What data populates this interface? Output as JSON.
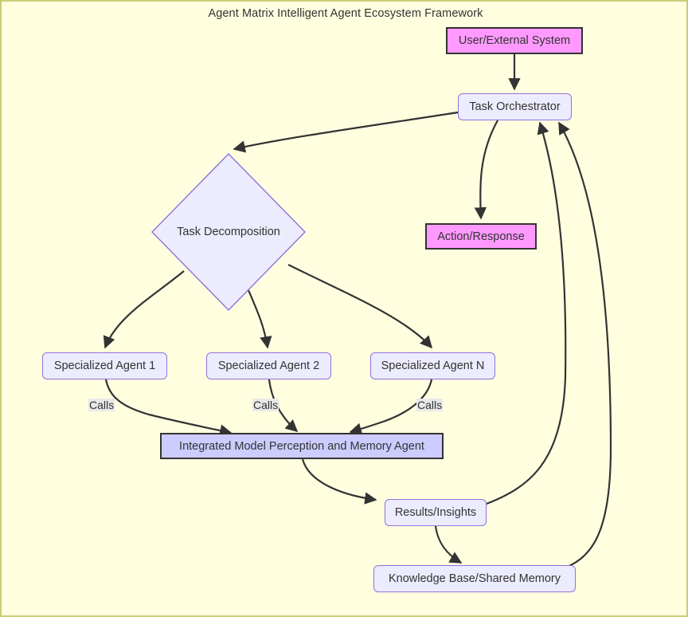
{
  "diagram": {
    "title": "Agent Matrix Intelligent Agent Ecosystem Framework",
    "background_color": "#fffffe0",
    "border_color": "#cccc77",
    "node_fill_process": "#ececff",
    "node_border_process": "#9370db",
    "node_fill_external": "#ff99ff",
    "node_fill_emphasis": "#ccccff",
    "node_border_dark": "#333333",
    "edge_color": "#333333",
    "text_color": "#333333"
  },
  "nodes": {
    "user_external_system": {
      "label": "User/External System",
      "shape": "rect",
      "style": "external"
    },
    "task_orchestrator": {
      "label": "Task Orchestrator",
      "shape": "rounded",
      "style": "process"
    },
    "task_decomposition": {
      "label": "Task Decomposition",
      "shape": "diamond",
      "style": "decision"
    },
    "action_response": {
      "label": "Action/Response",
      "shape": "rect",
      "style": "external"
    },
    "specialized_agent_1": {
      "label": "Specialized Agent 1",
      "shape": "rounded",
      "style": "process"
    },
    "specialized_agent_2": {
      "label": "Specialized Agent 2",
      "shape": "rounded",
      "style": "process"
    },
    "specialized_agent_n": {
      "label": "Specialized Agent N",
      "shape": "rounded",
      "style": "process"
    },
    "integrated_model": {
      "label": "Integrated Model Perception and Memory Agent",
      "shape": "rect",
      "style": "emphasis"
    },
    "results_insights": {
      "label": "Results/Insights",
      "shape": "rounded",
      "style": "process"
    },
    "knowledge_base": {
      "label": "Knowledge Base/Shared Memory",
      "shape": "rounded",
      "style": "process"
    }
  },
  "edge_labels": {
    "calls_1": "Calls",
    "calls_2": "Calls",
    "calls_n": "Calls"
  },
  "edges": [
    {
      "from": "user_external_system",
      "to": "task_orchestrator",
      "label": ""
    },
    {
      "from": "task_orchestrator",
      "to": "task_decomposition",
      "label": ""
    },
    {
      "from": "task_orchestrator",
      "to": "action_response",
      "label": ""
    },
    {
      "from": "task_decomposition",
      "to": "specialized_agent_1",
      "label": ""
    },
    {
      "from": "task_decomposition",
      "to": "specialized_agent_2",
      "label": ""
    },
    {
      "from": "task_decomposition",
      "to": "specialized_agent_n",
      "label": ""
    },
    {
      "from": "specialized_agent_1",
      "to": "integrated_model",
      "label": "Calls"
    },
    {
      "from": "specialized_agent_2",
      "to": "integrated_model",
      "label": "Calls"
    },
    {
      "from": "specialized_agent_n",
      "to": "integrated_model",
      "label": "Calls"
    },
    {
      "from": "integrated_model",
      "to": "results_insights",
      "label": ""
    },
    {
      "from": "results_insights",
      "to": "knowledge_base",
      "label": ""
    },
    {
      "from": "results_insights",
      "to": "task_orchestrator",
      "label": ""
    },
    {
      "from": "knowledge_base",
      "to": "task_orchestrator",
      "label": ""
    }
  ]
}
